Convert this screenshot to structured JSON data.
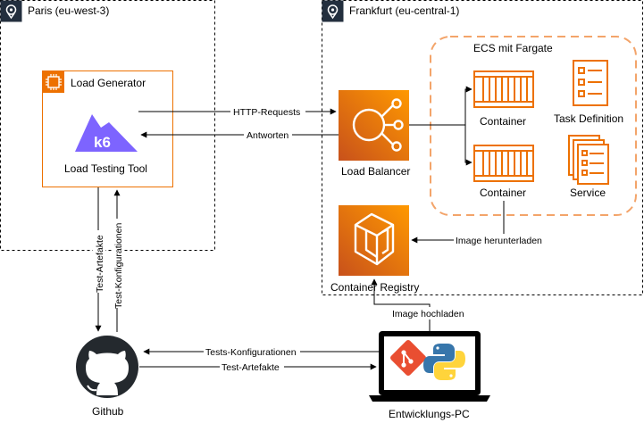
{
  "regions": {
    "paris": "Paris (eu-west-3)",
    "frankfurt": "Frankfurt (eu-central-1)"
  },
  "ecs": {
    "title": "ECS mit Fargate"
  },
  "nodes": {
    "load_generator": "Load Generator",
    "k6_logo": "k6",
    "load_testing_tool": "Load Testing Tool",
    "load_balancer": "Load Balancer",
    "container_1": "Container",
    "container_2": "Container",
    "task_definition": "Task Definition",
    "service": "Service",
    "container_registry": "Container Registry",
    "github": "Github",
    "dev_pc": "Entwicklungs-PC"
  },
  "edges": {
    "http_requests": "HTTP-Requests",
    "antworten": "Antworten",
    "image_herunterladen": "Image herunterladen",
    "image_hochladen": "Image hochladen",
    "test_artefakte_v": "Test-Artefakte",
    "test_konfigurationen_v": "Test-Konfigurationen",
    "tests_konfigurationen_h": "Tests-Konfigurationen",
    "test_artefakte_h": "Test-Artefakte"
  },
  "colors": {
    "aws_orange": "#ED7100",
    "aws_orange_light": "#F78E04",
    "ecs_border": "#F3A46A",
    "k6_purple": "#7D64FF",
    "github_dark": "#24292E",
    "git_red": "#E94E31",
    "python_blue": "#3776AB",
    "python_yellow": "#FFD43B"
  }
}
